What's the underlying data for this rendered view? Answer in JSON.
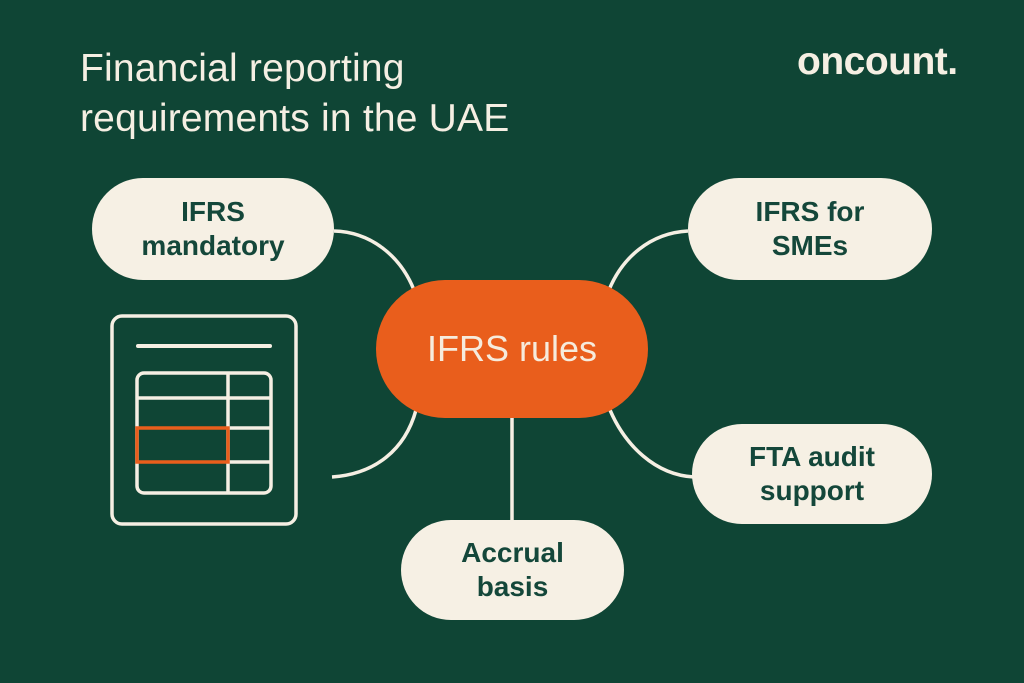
{
  "header": {
    "title_line1": "Financial reporting",
    "title_line2": "requirements in the UAE",
    "logo": "oncount."
  },
  "diagram": {
    "center": {
      "label": "IFRS rules",
      "color": "#e95e1c"
    },
    "nodes": [
      {
        "id": "ifrs-mandatory",
        "line1": "IFRS",
        "line2": "mandatory",
        "position": "top-left"
      },
      {
        "id": "ifrs-for-smes",
        "line1": "IFRS for",
        "line2": "SMEs",
        "position": "top-right"
      },
      {
        "id": "fta-audit-support",
        "line1": "FTA audit",
        "line2": "support",
        "position": "bottom-right"
      },
      {
        "id": "accrual-basis",
        "line1": "Accrual",
        "line2": "basis",
        "position": "bottom"
      }
    ],
    "icon": "document-table-icon"
  },
  "colors": {
    "background": "#0f4535",
    "cream": "#f6f0e4",
    "text_dark_green": "#14473a",
    "accent_orange": "#e95e1c"
  }
}
